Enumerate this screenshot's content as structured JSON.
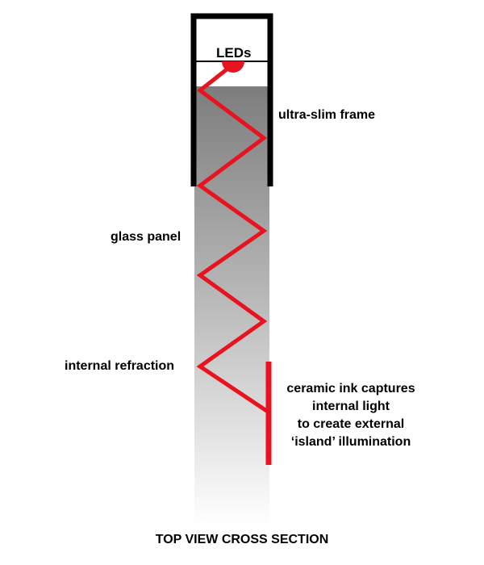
{
  "labels": {
    "leds": "LEDs",
    "frame": "ultra-slim frame",
    "glass": "glass panel",
    "refraction": "internal refraction",
    "ink_line1": "ceramic ink captures",
    "ink_line2": "internal light",
    "ink_line3": "to create external",
    "ink_line4": "‘island’ illumination",
    "caption": "TOP VIEW CROSS SECTION"
  },
  "colors": {
    "light_path": "#e8131e",
    "frame": "#000000",
    "glass_top": "#7d7d7d",
    "glass_bottom": "#ffffff"
  }
}
